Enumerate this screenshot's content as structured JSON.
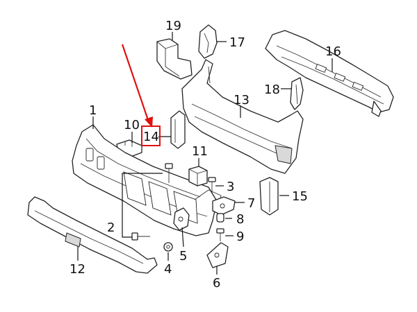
{
  "highlight": {
    "color": "#e01010",
    "callout": "14"
  },
  "callouts": {
    "c1": "1",
    "c2": "2",
    "c3": "3",
    "c4": "4",
    "c5": "5",
    "c6": "6",
    "c7": "7",
    "c8": "8",
    "c9": "9",
    "c10": "10",
    "c11": "11",
    "c12": "12",
    "c13": "13",
    "c14": "14",
    "c15": "15",
    "c16": "16",
    "c17": "17",
    "c18": "18",
    "c19": "19"
  }
}
